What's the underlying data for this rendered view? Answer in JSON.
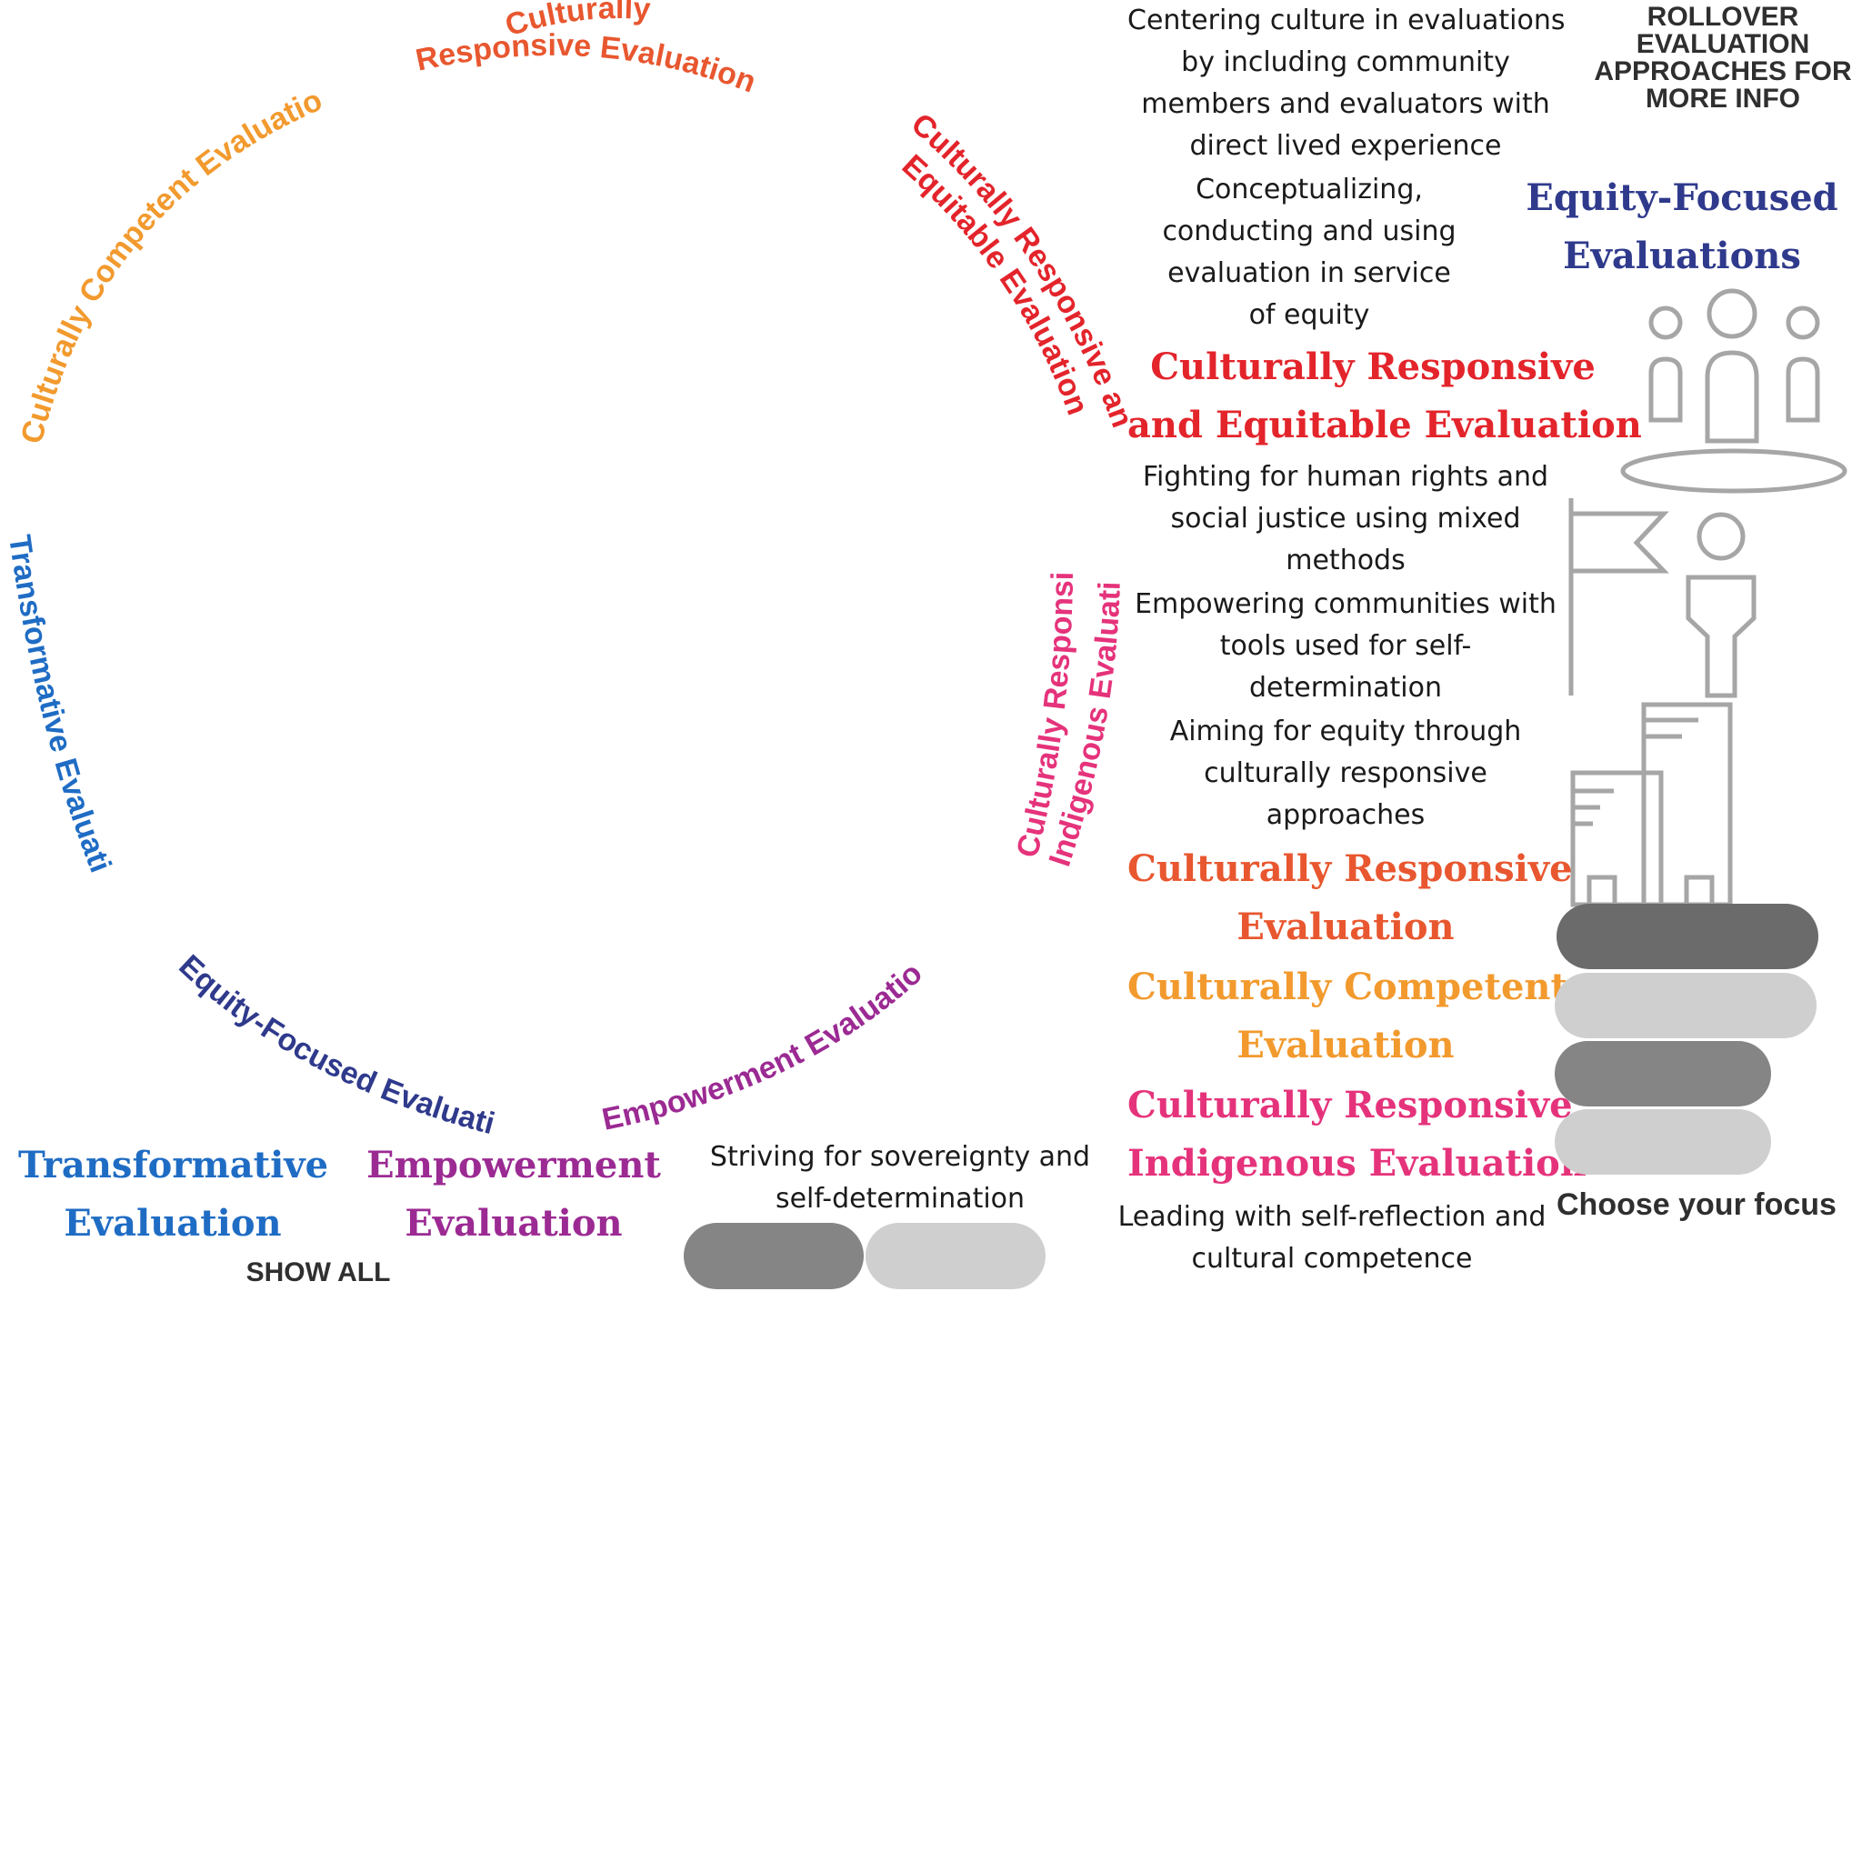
{
  "header": {
    "instruction": [
      "ROLLOVER",
      "EVALUATION",
      "APPROACHES FOR",
      "MORE INFO"
    ],
    "choose_focus": "Choose your focus",
    "show_all": "SHOW ALL"
  },
  "colors": {
    "culturally_responsive": "#e8572f",
    "culturally_competent": "#f29a2e",
    "cree": "#e3242b",
    "crie": "#e5337b",
    "empowerment": "#9b2a93",
    "equity_focused": "#2f3a8c",
    "transformative": "#1f6cc4",
    "pill_dark": "#6b6b6b",
    "pill_mid": "#858585",
    "pill_light": "#cfcfcf",
    "icon_stroke": "#a6a6a6"
  },
  "wheel_labels": {
    "cre_line1": "Culturally",
    "cre_line2": "Responsive Evaluation",
    "cce": "Culturally Competent Evaluation",
    "cree_line1": "Culturally Responsive and",
    "cree_line2": "Equitable Evaluation",
    "crie_line1": "Culturally Responsive",
    "crie_line2": "Indigenous Evaluation",
    "transformative": "Transformative Evaluation",
    "equity": "Equity-Focused Evaluations",
    "empowerment": "Empowerment Evaluation"
  },
  "descriptions": {
    "centering": [
      "Centering culture in evaluations",
      "by including community",
      "members and evaluators with",
      "direct lived experience"
    ],
    "conceptualizing": [
      "Conceptualizing,",
      "conducting and using",
      "evaluation in service",
      "of equity"
    ],
    "fighting": [
      "Fighting for human rights and",
      "social justice using mixed",
      "methods"
    ],
    "empowering": [
      "Empowering communities with",
      "tools used for self-",
      "determination"
    ],
    "aiming": [
      "Aiming for equity through",
      "culturally responsive",
      "approaches"
    ],
    "striving": [
      "Striving for sovereignty and",
      "self-determination"
    ],
    "leading": [
      "Leading with self-reflection and",
      "cultural competence"
    ]
  },
  "headings": {
    "equity": [
      "Equity-Focused",
      "Evaluations"
    ],
    "cree": [
      "Culturally Responsive",
      "and Equitable Evaluation"
    ],
    "cre": [
      "Culturally Responsive",
      "Evaluation"
    ],
    "cce": [
      "Culturally Competent",
      "Evaluation"
    ],
    "crie": [
      "Culturally Responsive",
      "Indigenous Evaluation"
    ],
    "transformative": [
      "Transformative",
      "Evaluation"
    ],
    "empowerment": [
      "Empowerment",
      "Evaluation"
    ]
  },
  "icons": [
    "people-group-icon",
    "flag-person-icon",
    "buildings-icon"
  ]
}
